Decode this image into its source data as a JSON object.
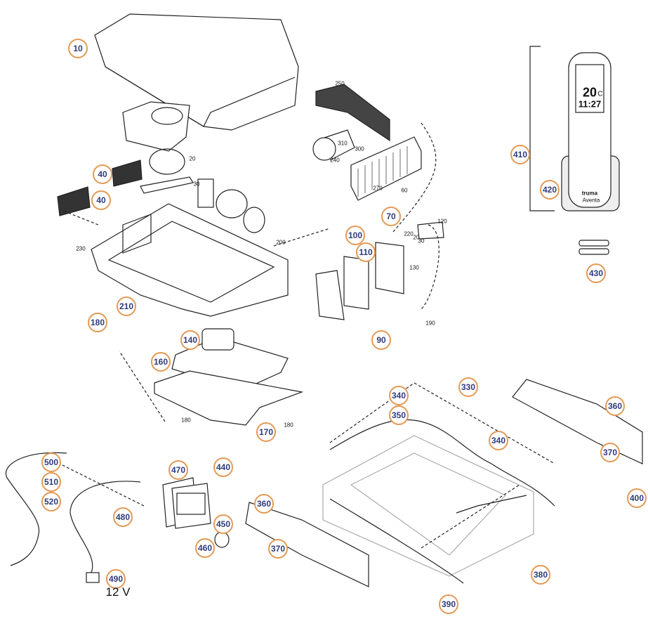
{
  "callouts": [
    "10",
    "40",
    "40",
    "180",
    "210",
    "140",
    "160",
    "170",
    "100",
    "110",
    "70",
    "90",
    "410",
    "420",
    "430",
    "330",
    "340",
    "350",
    "340",
    "360",
    "370",
    "400",
    "380",
    "390",
    "360",
    "370",
    "440",
    "470",
    "450",
    "460",
    "480",
    "490",
    "500",
    "510",
    "520"
  ],
  "part_labels": [
    "250",
    "310",
    "300",
    "240",
    "270",
    "60",
    "20",
    "30",
    "200",
    "230",
    "120",
    "220",
    "20",
    "30",
    "130",
    "190",
    "180",
    "180"
  ],
  "voltage_label": "12 V",
  "remote": {
    "temperature": "20",
    "unit": "C",
    "time": "11:27",
    "brand": "truma",
    "model": "Aventa"
  },
  "colors": {
    "callout_ring": "#E39A55",
    "callout_text": "#2F3B7C",
    "line": "#222222",
    "ghost": "#AAAAAA"
  }
}
